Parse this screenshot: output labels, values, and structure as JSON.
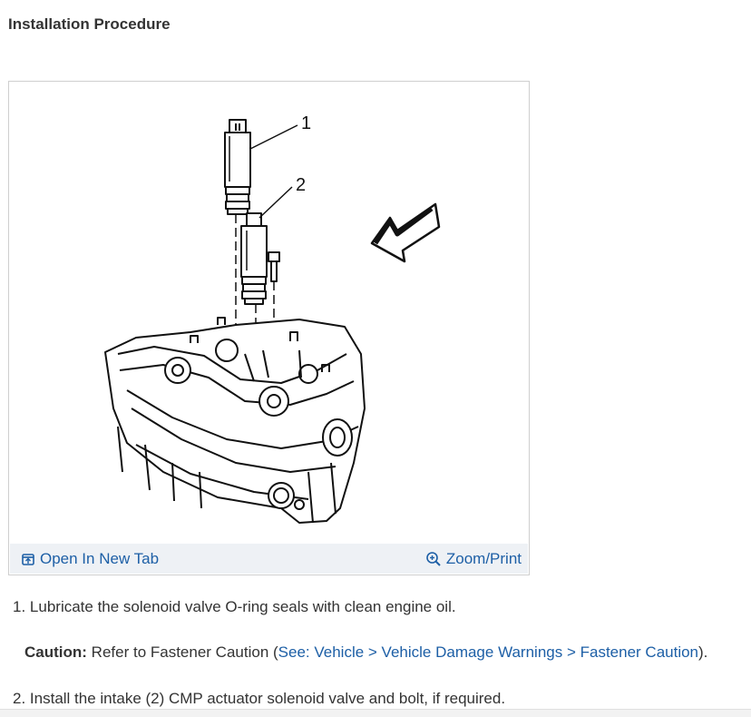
{
  "heading": "Installation Procedure",
  "figure": {
    "callouts": [
      "1",
      "2"
    ],
    "open_tab_label": "Open In New Tab",
    "open_tab_icon": "open-external-icon",
    "zoom_label": "Zoom/Print",
    "zoom_icon": "zoom-in-icon"
  },
  "steps": [
    {
      "number": "1.",
      "text": "Lubricate the solenoid valve O-ring seals with clean engine oil."
    },
    {
      "number": "2.",
      "text": "Install the intake (2) CMP actuator solenoid valve and bolt, if required."
    }
  ],
  "caution": {
    "label": "Caution:",
    "text": "Refer to Fastener Caution (",
    "link": "See: Vehicle > Vehicle Damage Warnings > Fastener Caution",
    "suffix": ")."
  },
  "colors": {
    "link": "#1d5fa6",
    "text": "#333333",
    "toolbar": "#eef1f5"
  }
}
